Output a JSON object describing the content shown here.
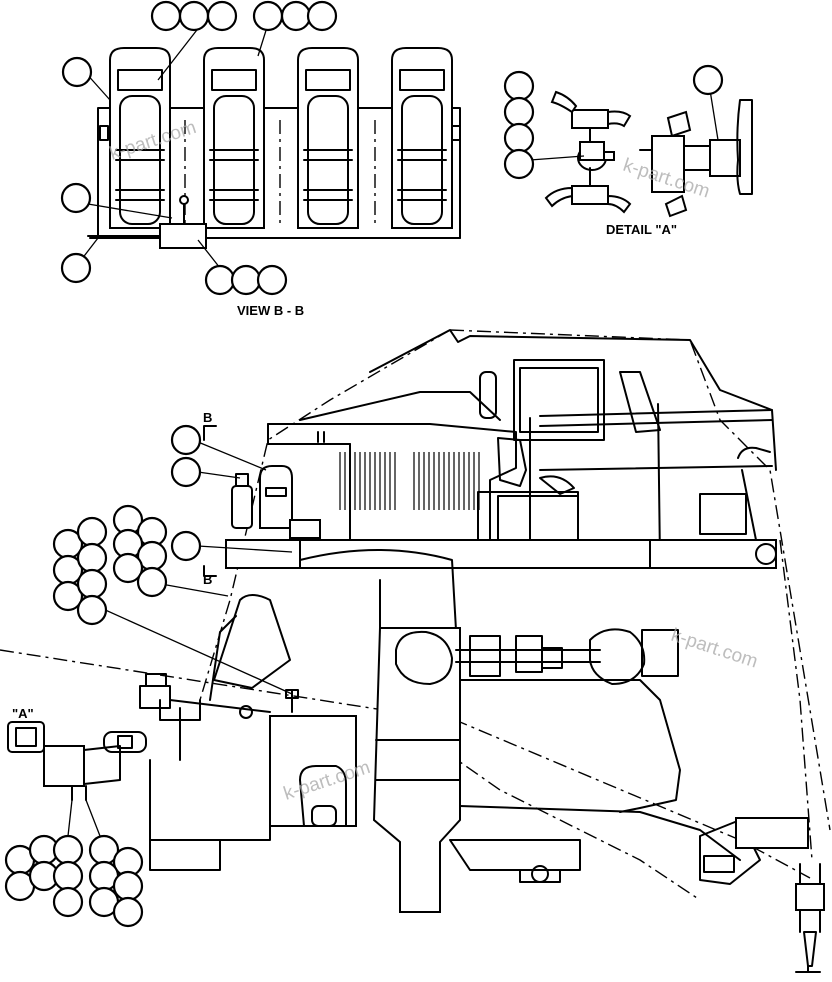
{
  "labels": {
    "view_bb": "VIEW B - B",
    "detail_a": "DETAIL \"A\"",
    "detail_a_ref": "\"A\"",
    "section_b_top": "B",
    "section_b_bottom": "B"
  },
  "watermark": "k-part.com",
  "colors": {
    "ink": "#000000",
    "paper": "#ffffff",
    "watermark": "#a8a8a8"
  }
}
